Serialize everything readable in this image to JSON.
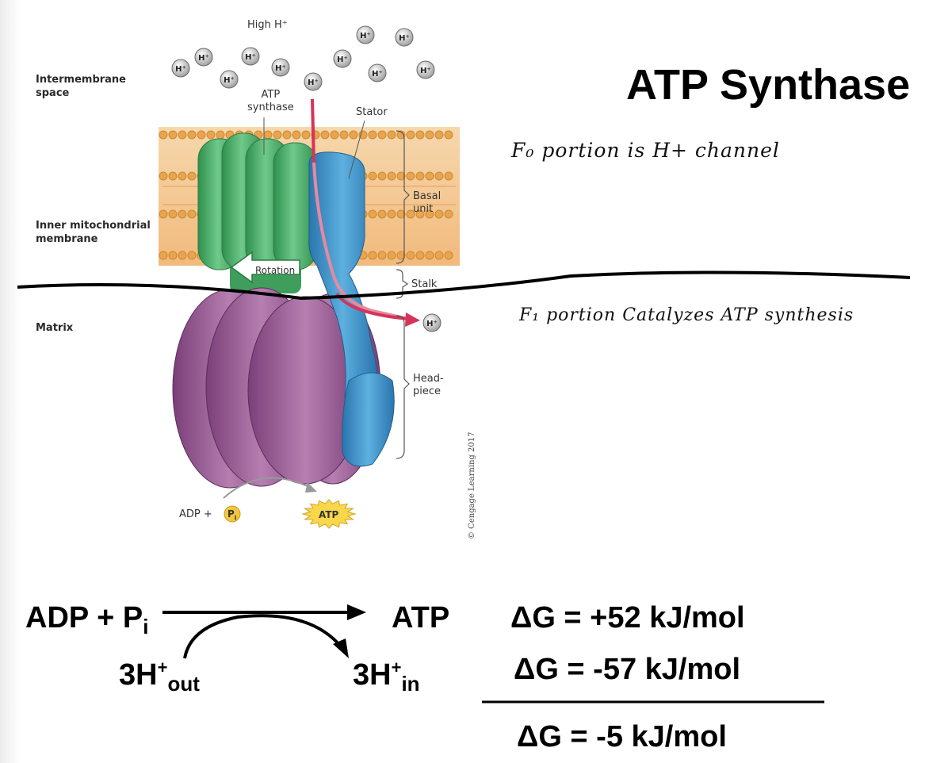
{
  "slide": {
    "title": "ATP Synthase"
  },
  "figure": {
    "high_h_label": "High H⁺",
    "proton_label": "H⁺",
    "region_labels": {
      "intermembrane": [
        "Intermembrane",
        "space"
      ],
      "inner_membrane": [
        "Inner mitochondrial",
        "membrane"
      ],
      "matrix": "Matrix"
    },
    "callouts": {
      "atp_synthase": [
        "ATP",
        "synthase"
      ],
      "stator": "Stator",
      "rotation": "Rotation",
      "basal_unit": [
        "Basal",
        "unit"
      ],
      "stalk": "Stalk",
      "headpiece": [
        "Head-",
        "piece"
      ]
    },
    "reaction": {
      "adp": "ADP +",
      "pi": "P",
      "pi_sub": "i",
      "atp": "ATP"
    },
    "credit": "© Cengage Learning 2017",
    "colors": {
      "green": "#4caf6a",
      "purple": "#9b5a94",
      "blue": "#3b8fc8",
      "membrane": "#f2b06a",
      "arrow": "#d6345a"
    }
  },
  "handwriting": {
    "f0_note": "F₀ portion is H+ channel",
    "f1_note": "F₁ portion Catalyzes ATP synthesis"
  },
  "equations": {
    "left": {
      "adp_pi": "ADP + P",
      "pi_sub": "i",
      "atp": "ATP",
      "h_out": "3H",
      "h_out_sup": "+",
      "h_out_sub": "out",
      "h_in": "3H",
      "h_in_sup": "+",
      "h_in_sub": "in"
    },
    "dg1": "ΔG = +52 kJ/mol",
    "dg2": "ΔG = -57 kJ/mol",
    "dg_total": "ΔG = -5 kJ/mol"
  }
}
